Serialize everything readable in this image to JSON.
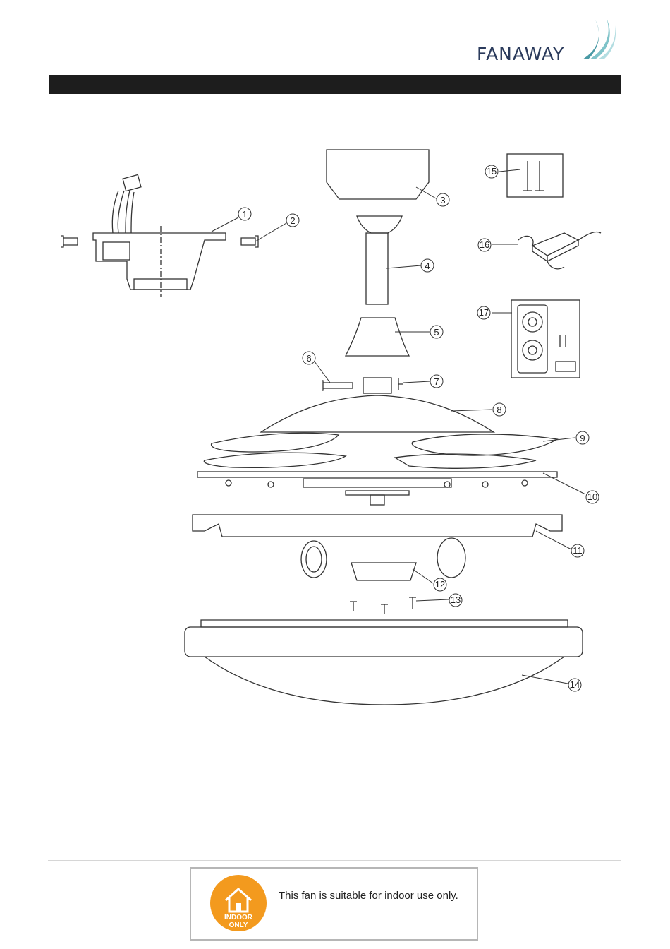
{
  "header": {
    "brand": "FANAWAY"
  },
  "diagram": {
    "callouts": [
      "1",
      "2",
      "3",
      "4",
      "5",
      "6",
      "7",
      "8",
      "9",
      "10",
      "11",
      "12",
      "13",
      "14",
      "15",
      "16",
      "17"
    ]
  },
  "footer": {
    "badge_line1": "INDOOR",
    "badge_line2": "ONLY",
    "notice": "This fan is suitable for indoor use only."
  },
  "colors": {
    "title_bar": "#1d1d1d",
    "badge_orange": "#f39a1e",
    "logo_text": "#2b3b5c",
    "logo_wave": "#7fc3c9"
  }
}
